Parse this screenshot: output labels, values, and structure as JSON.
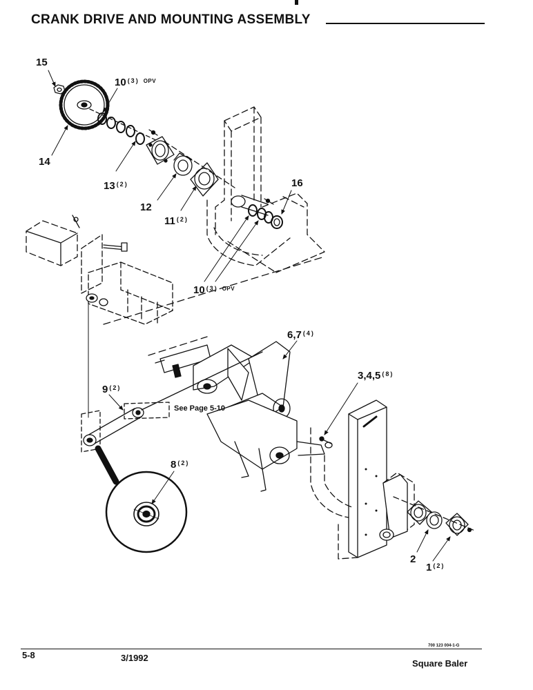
{
  "title": "CRANK DRIVE AND MOUNTING ASSEMBLY",
  "callouts": [
    {
      "num": "15",
      "qty": "",
      "note": ""
    },
    {
      "num": "10",
      "qty": "(3)",
      "note": "OPV"
    },
    {
      "num": "14",
      "qty": "",
      "note": ""
    },
    {
      "num": "13",
      "qty": "(2)",
      "note": ""
    },
    {
      "num": "12",
      "qty": "",
      "note": ""
    },
    {
      "num": "11",
      "qty": "(2)",
      "note": ""
    },
    {
      "num": "16",
      "qty": "",
      "note": ""
    },
    {
      "num": "10",
      "qty": "(3)",
      "note": "OPV"
    },
    {
      "num": "6,7",
      "qty": "(4)",
      "note": ""
    },
    {
      "num": "3,4,5",
      "qty": "(8)",
      "note": ""
    },
    {
      "num": "9",
      "qty": "(2)",
      "note": ""
    },
    {
      "num": "8",
      "qty": "(2)",
      "note": ""
    },
    {
      "num": "2",
      "qty": "",
      "note": ""
    },
    {
      "num": "1",
      "qty": "(2)",
      "note": ""
    }
  ],
  "see_page": "See Page 5-10",
  "footer": {
    "page": "5-8",
    "date": "3/1992",
    "doc_number": "700 123 004-1-G",
    "product": "Square Baler"
  }
}
